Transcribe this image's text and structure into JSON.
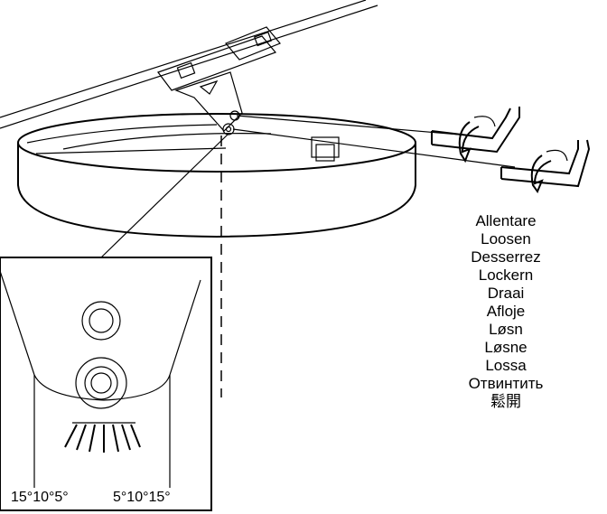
{
  "instructions": {
    "loosen_labels": [
      "Allentare",
      "Loosen",
      "Desserrez",
      "Lockern",
      "Draai",
      "Afloje",
      "Løsn",
      "Løsne",
      "Lossa",
      "Отвинтить",
      "鬆開"
    ]
  },
  "detail_view": {
    "left_angles": "15°10°5°",
    "right_angles": "5°10°15°"
  },
  "colors": {
    "stroke": "#000000",
    "background": "#ffffff"
  }
}
